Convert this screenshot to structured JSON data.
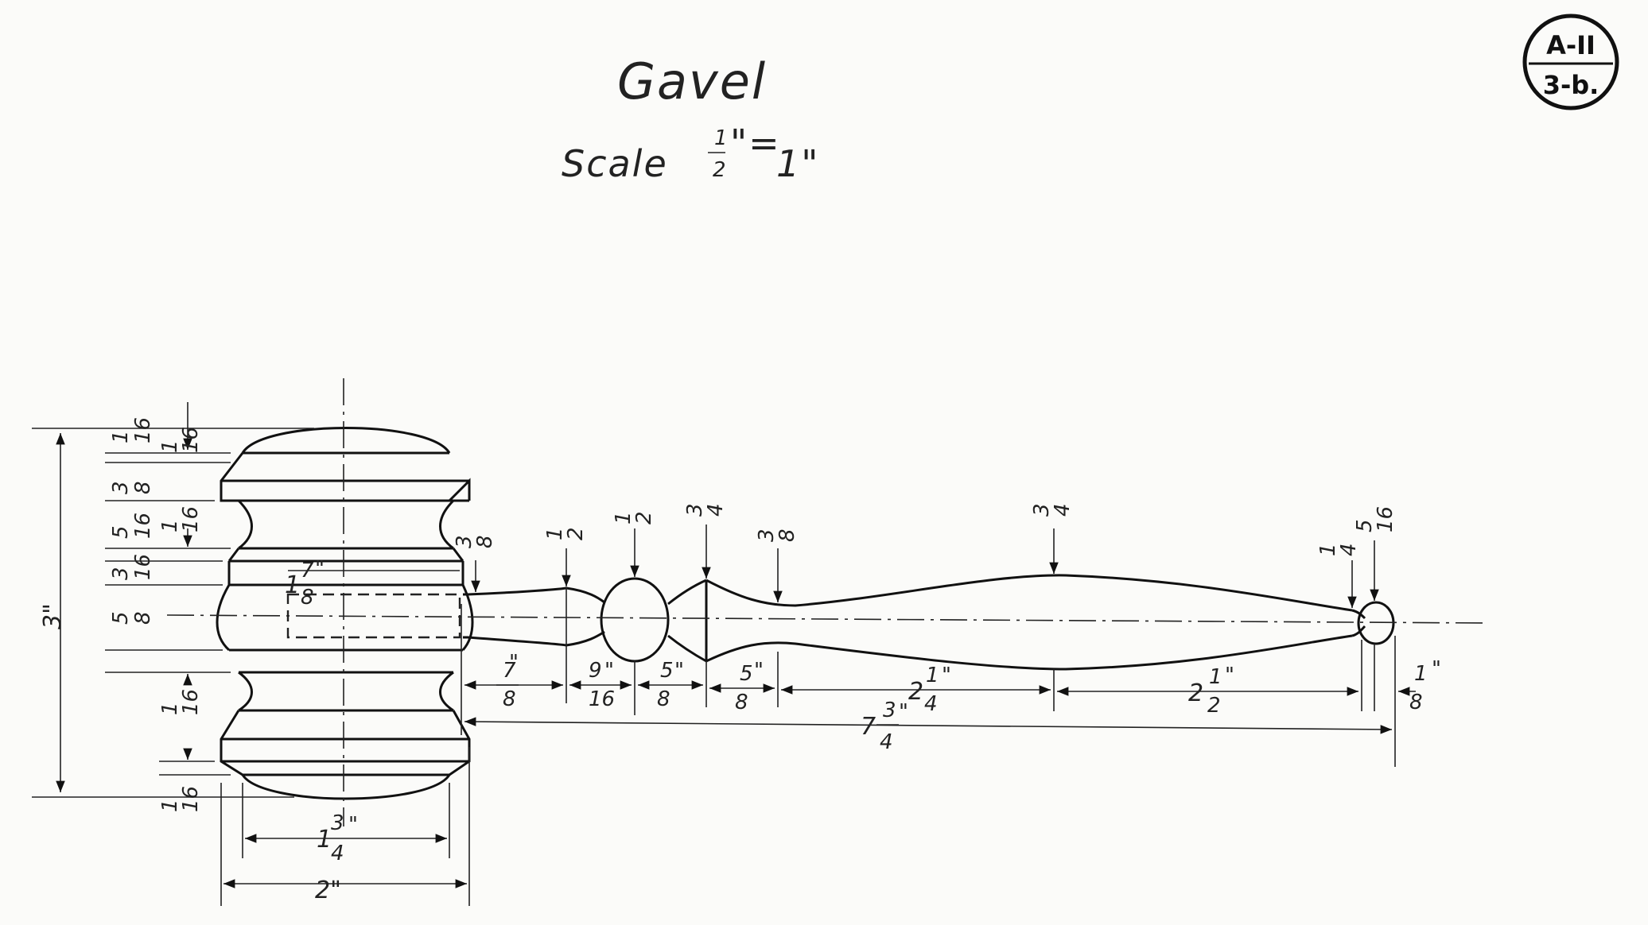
{
  "title": "Gavel",
  "scale": {
    "label": "Scale",
    "num": "1",
    "den": "2",
    "equals": "\"=",
    "right": "1\""
  },
  "badge": {
    "top": "A-II",
    "bottom": "3-b."
  },
  "head_dims": {
    "overall_height": "3\"",
    "overall_width": "2\"",
    "inner_width_whole": "1",
    "inner_width_num": "3",
    "inner_width_den": "4",
    "bore_depth_whole": "1",
    "bore_depth_num": "7",
    "bore_depth_den": "8",
    "left_stack": [
      {
        "num": "1",
        "den": "16"
      },
      {
        "num": "3",
        "den": "8"
      },
      {
        "num": "5",
        "den": "16"
      },
      {
        "num": "3",
        "den": "16"
      },
      {
        "num": "5",
        "den": "8"
      }
    ],
    "right_stack": [
      {
        "num": "1",
        "den": "16"
      },
      {
        "num": "1",
        "den": "16"
      },
      {
        "num": "1",
        "den": "16"
      },
      {
        "num": "1",
        "den": "16"
      }
    ]
  },
  "handle_diameters": [
    {
      "num": "3",
      "den": "8"
    },
    {
      "num": "1",
      "den": "2"
    },
    {
      "num": "1",
      "den": "2"
    },
    {
      "num": "3",
      "den": "4"
    },
    {
      "num": "3",
      "den": "8"
    },
    {
      "num": "3",
      "den": "4"
    },
    {
      "num": "1",
      "den": "4"
    },
    {
      "num": "5",
      "den": "16"
    }
  ],
  "handle_lengths": [
    {
      "whole": "",
      "num": "7",
      "den": "8"
    },
    {
      "whole": "",
      "num": "9",
      "den": "16"
    },
    {
      "whole": "",
      "num": "5",
      "den": "8"
    },
    {
      "whole": "",
      "num": "5",
      "den": "8"
    },
    {
      "whole": "2",
      "num": "1",
      "den": "4"
    },
    {
      "whole": "2",
      "num": "1",
      "den": "2"
    },
    {
      "whole": "",
      "num": "1",
      "den": "8"
    }
  ],
  "handle_overall": {
    "whole": "7",
    "num": "3",
    "den": "4"
  },
  "inch_mark": "\""
}
